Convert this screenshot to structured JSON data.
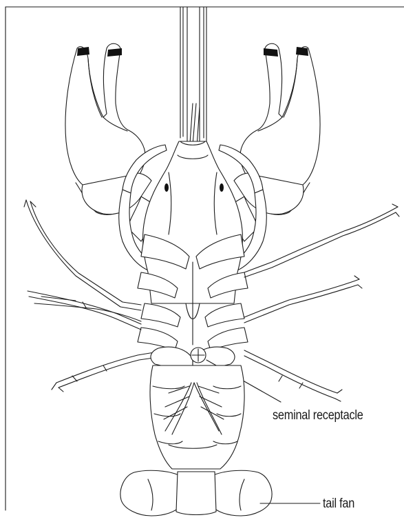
{
  "diagram": {
    "subject": "crayfish ventral view",
    "labels": [
      {
        "id": "seminal",
        "text": "seminal receptacle"
      },
      {
        "id": "tail",
        "text": "tail fan"
      }
    ]
  }
}
